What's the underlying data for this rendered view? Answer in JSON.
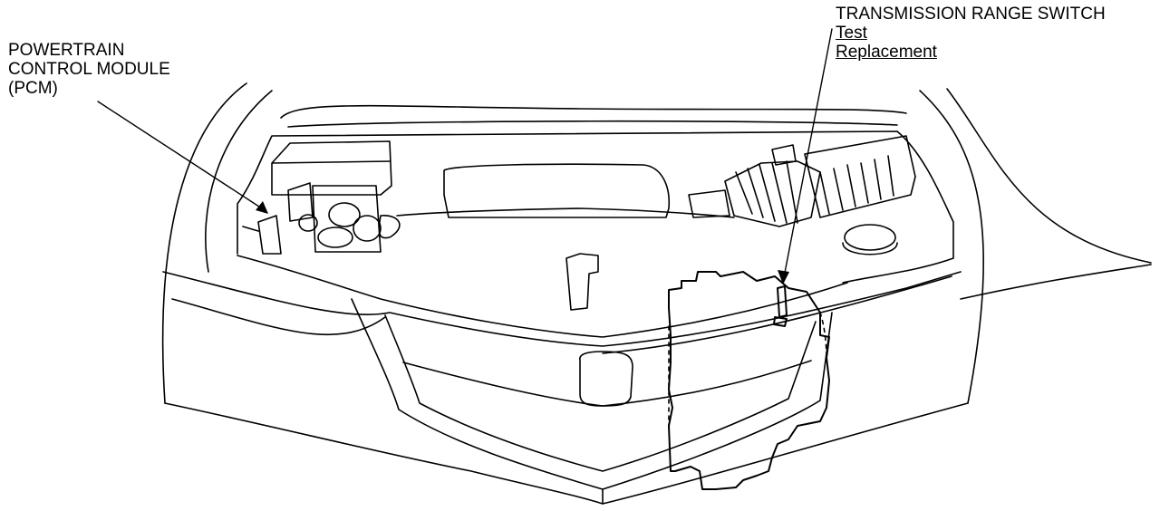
{
  "labels": {
    "pcm": {
      "line1": "POWERTRAIN",
      "line2": "CONTROL MODULE",
      "line3": "(PCM)"
    },
    "trs": {
      "title": "TRANSMISSION RANGE SWITCH",
      "link_test": "Test",
      "link_replacement": "Replacement"
    }
  },
  "colors": {
    "line": "#000000",
    "background": "#ffffff"
  }
}
